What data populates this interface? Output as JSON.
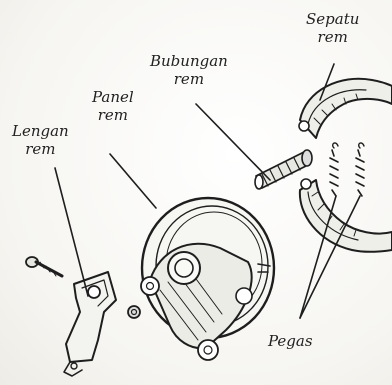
{
  "labels": {
    "sepatu_rem": {
      "line1": "Sepatu",
      "line2": "rem"
    },
    "bubungan_rem": {
      "line1": "Bubungan",
      "line2": "rem"
    },
    "panel_rem": {
      "line1": "Panel",
      "line2": "rem"
    },
    "lengan_rem": {
      "line1": "Lengan",
      "line2": "rem"
    },
    "pegas": {
      "line1": "Pegas"
    }
  },
  "colors": {
    "ink": "#1e1e1e",
    "paper": "#fdfdfb"
  }
}
